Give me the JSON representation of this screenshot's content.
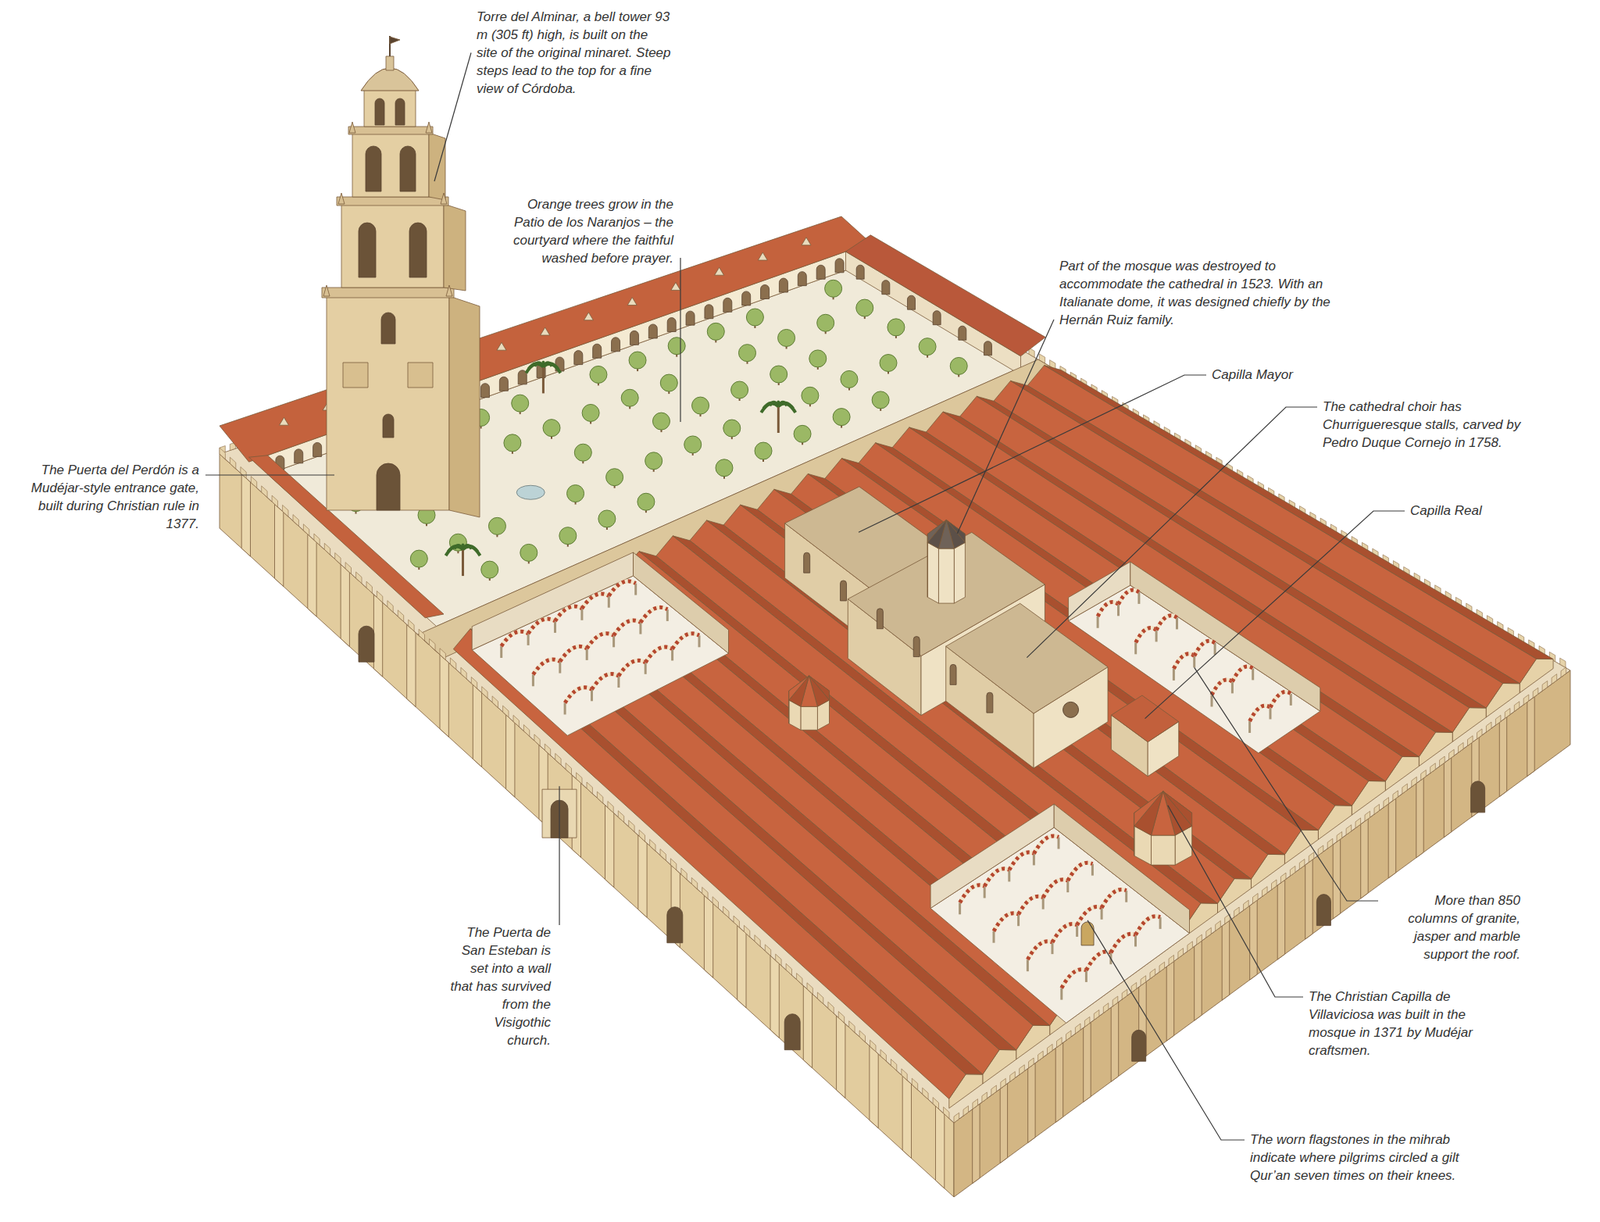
{
  "diagram": {
    "labels": [
      "Torre del Alminar, a bell tower 93 m (305 ft) high, is built on the site of the original minaret. Steep steps lead to the top for a fine view of Córdoba.",
      "Orange trees grow in the Patio de los Naranjos – the courtyard where the faithful washed before prayer.",
      "Part of the mosque was destroyed to accommodate the cathedral in 1523. With an Italianate dome, it was designed chiefly by the Hernán Ruiz family.",
      "Capilla Mayor",
      "The cathedral choir has Churrigueresque stalls, carved by Pedro Duque Cornejo in 1758.",
      "Capilla Real",
      "The Puerta del Perdón is a Mudéjar-style entrance gate, built during Christian rule in 1377.",
      "More than 850 columns of granite, jasper and marble support the roof.",
      "The Puerta de San Esteban is set into a wall that has survived from the Visigothic church.",
      "The Christian Capilla de Villaviciosa was built in the mosque in 1371 by Mudéjar craftsmen.",
      "The worn flagstones in the mihrab indicate where pilgrims circled a gilt Qur’an seven times on their knees."
    ]
  }
}
